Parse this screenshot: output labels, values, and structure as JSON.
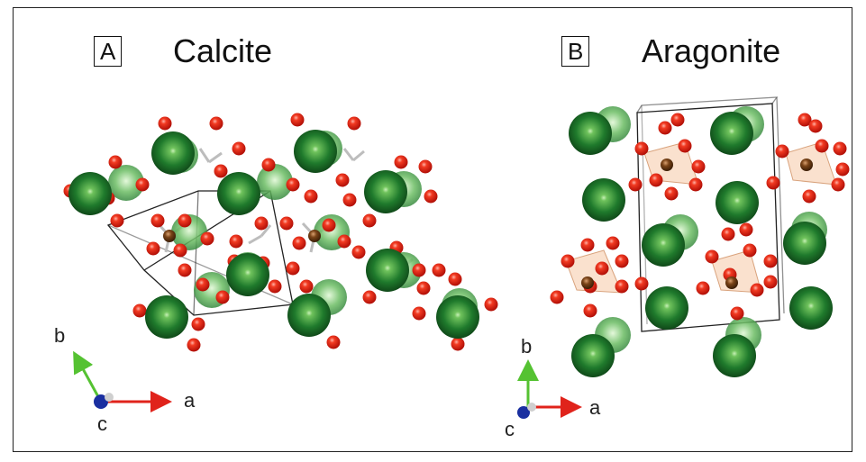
{
  "figure": {
    "panel_a": {
      "tag": "A",
      "title": "Calcite"
    },
    "panel_b": {
      "tag": "B",
      "title": "Aragonite"
    },
    "axes_a": {
      "a": "a",
      "b": "b",
      "c": "c"
    },
    "axes_b": {
      "a": "a",
      "b": "b",
      "c": "c"
    }
  },
  "colors": {
    "calcium": "#1f7a2c",
    "oxygen": "#e8140c",
    "carbon": "#6b3a16",
    "axis_a": "#e0231b",
    "axis_b": "#55c232",
    "axis_c": "#1a2fa0",
    "cell_edge": "#222222"
  }
}
